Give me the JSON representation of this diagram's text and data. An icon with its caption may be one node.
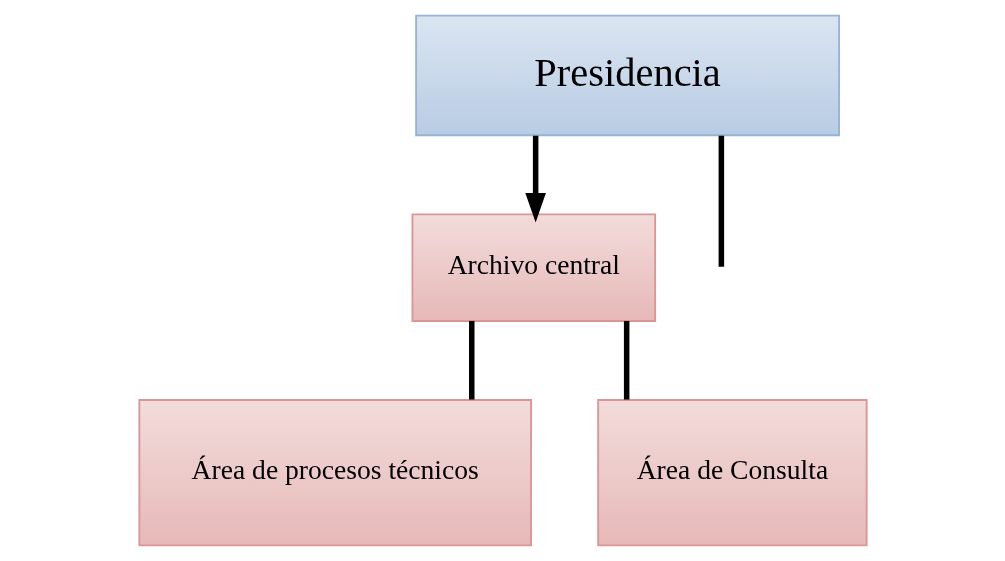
{
  "diagram": {
    "nodes": [
      {
        "text": [
          "Presidencia"
        ]
      },
      {
        "text": [
          "Archivo central"
        ]
      },
      {
        "text": [
          "Área de procesos técnicos"
        ]
      },
      {
        "text": [
          "Área de Consulta"
        ]
      }
    ],
    "edges": [
      {
        "from": 0,
        "to": 1,
        "arrow": "to"
      },
      {
        "from": 0,
        "to": null,
        "arrow": "none"
      },
      {
        "from": 1,
        "to": 2,
        "arrow": "none"
      },
      {
        "from": 1,
        "to": 3,
        "arrow": "none"
      }
    ]
  }
}
